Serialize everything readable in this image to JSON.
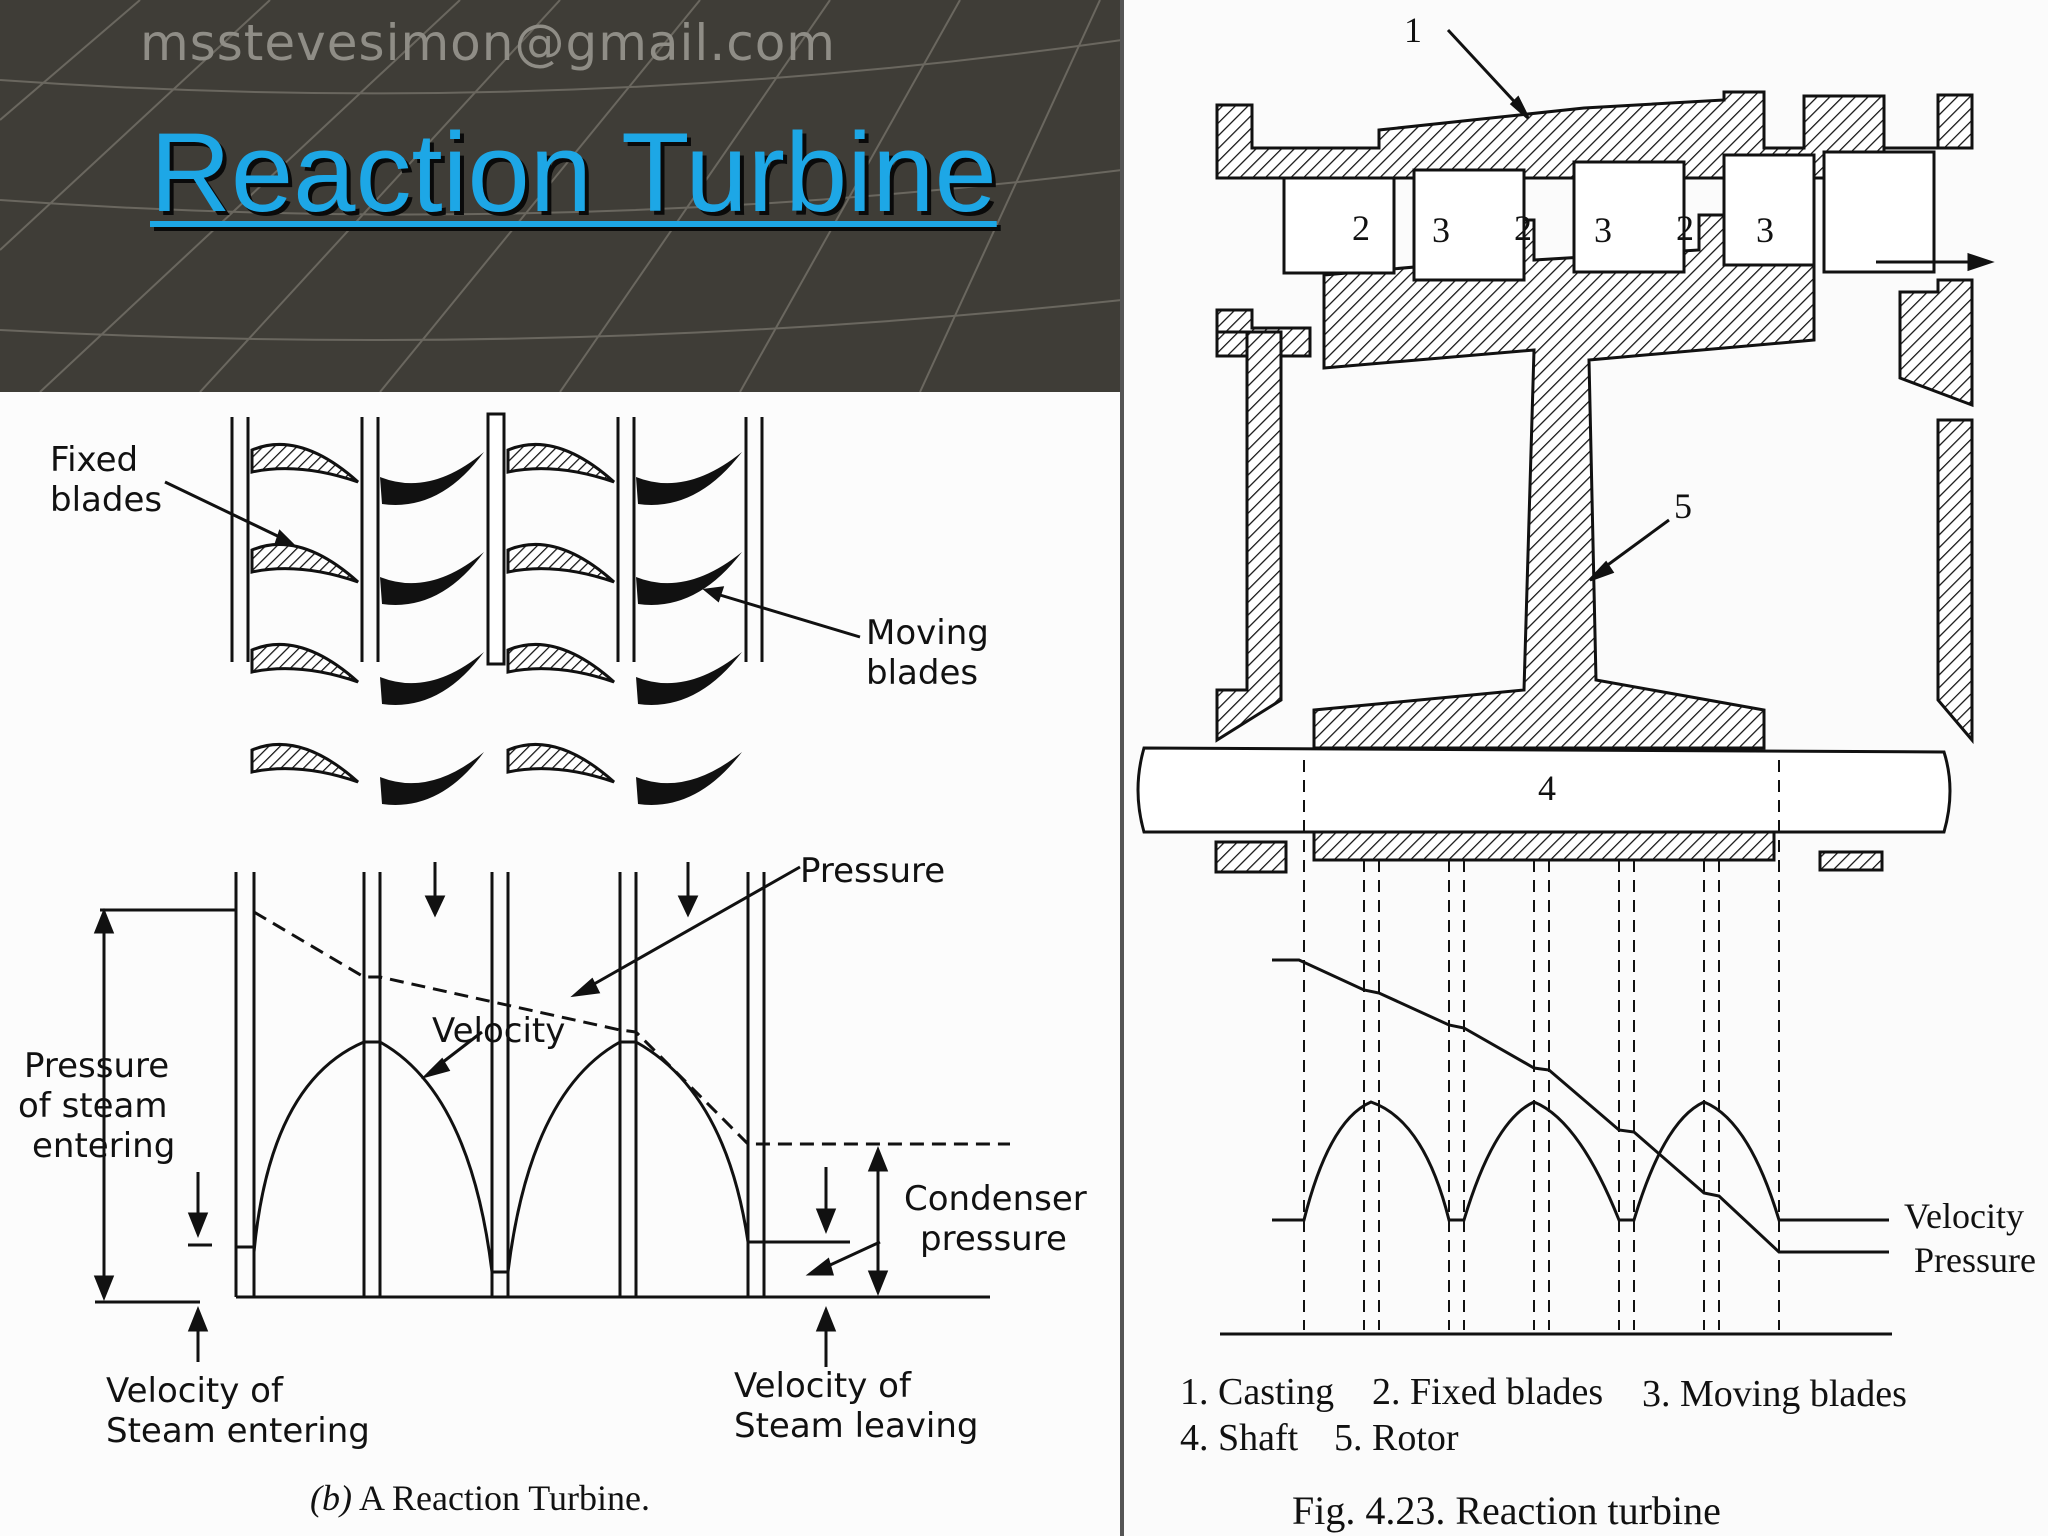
{
  "header": {
    "email": "msstevesimon@gmail.com",
    "title": "Reaction Turbine"
  },
  "left_diagram": {
    "labels": {
      "fixed_blades": [
        "Fixed",
        "blades"
      ],
      "moving_blades": [
        "Moving",
        "blades"
      ],
      "pressure": "Pressure",
      "velocity": "Velocity",
      "pressure_entering": [
        "Pressure",
        "of  steam",
        "entering"
      ],
      "condenser_pressure": [
        "Condenser",
        "pressure"
      ],
      "velocity_entering": [
        "Velocity  of",
        "Steam  entering"
      ],
      "velocity_leaving": [
        "Velocity  of",
        "Steam  leaving"
      ]
    },
    "caption_prefix": "(b)",
    "caption": " A Reaction Turbine."
  },
  "right_diagram": {
    "labels": {
      "part_1": "1",
      "part_4": "4",
      "part_5": "5",
      "stage_labels": [
        "2",
        "3",
        "2",
        "3",
        "2",
        "3"
      ],
      "velocity": "Velocity",
      "pressure": "Pressure"
    },
    "legend": {
      "line1": [
        "1. Casting",
        "2. Fixed blades",
        "3. Moving blades"
      ],
      "line2": [
        "4. Shaft",
        "5. Rotor"
      ]
    },
    "caption": "Fig. 4.23. Reaction turbine"
  }
}
